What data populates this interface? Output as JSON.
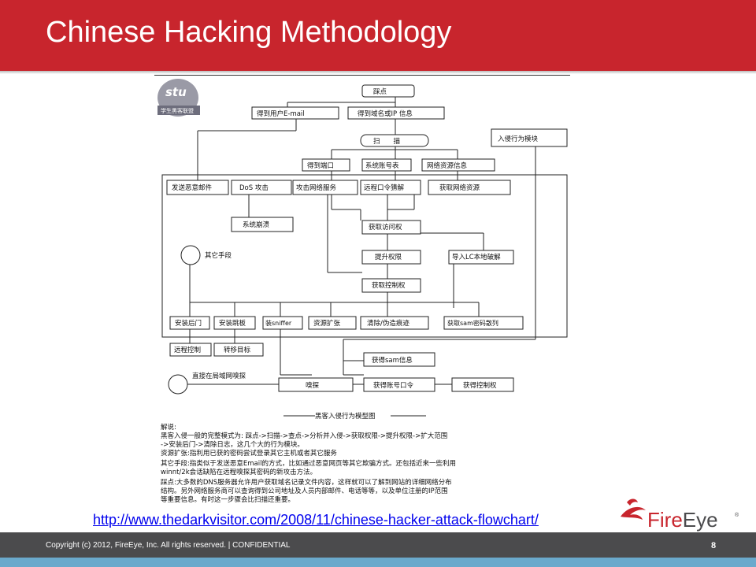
{
  "slide": {
    "title": "Chinese Hacking Methodology",
    "link": "http://www.thedarkvisitor.com/2008/11/chinese-hacker-attack-flowchart/",
    "copyright": "Copyright (c) 2012, FireEye, Inc. All rights reserved. | CONFIDENTIAL",
    "page_number": "8"
  },
  "brand": {
    "logo_fire": "Fire",
    "logo_eye": "Eye",
    "logo_tm": "®",
    "badge_text": "学生黑客联盟",
    "badge_initials": "stu"
  },
  "colors": {
    "header_red": "#c8252d",
    "footer_gray": "#4b4b4d",
    "footer_blue": "#6aa9cc",
    "link_blue": "#0000ee"
  },
  "flowchart": {
    "recon": "踩点",
    "get_email": "得到用户E-mail",
    "get_domain_ip": "得到域名或IP 信息",
    "intrusion_module": "入侵行为模块",
    "scan": "扫　　描",
    "get_ports": "得到端口",
    "system_accounts": "系统账号表",
    "network_resource_info": "网络资源信息",
    "send_malicious_email": "发送恶意邮件",
    "dos_attack": "DoS 攻击",
    "attack_network_service": "攻击网络服务",
    "remote_password_guess": "远程口令猜解",
    "get_network_resources": "获取网络资源",
    "system_crash": "系统崩溃",
    "other_methods": "其它手段",
    "get_access": "获取访问权",
    "escalate_privilege": "提升权限",
    "import_lc_crack": "导入LC本地破解",
    "get_control": "获取控制权",
    "install_backdoor": "安装后门",
    "install_pivot": "安装跳板",
    "install_sniffer": "装sniffer",
    "resource_expansion": "资源扩张",
    "clear_fake_traces": "清除/伪造痕迹",
    "get_sam_crack": "获取sam密码散列",
    "remote_control": "远程控制",
    "transfer_target": "转移目标",
    "get_sam_info": "获得sam信息",
    "lan_sniff": "直接在局域网嗅探",
    "sniff": "嗅探",
    "get_account_password": "获得账号口令",
    "get_control2": "获得控制权",
    "caption": "黑客入侵行为模型图"
  },
  "explanation": {
    "heading": "解说:",
    "lines": [
      "黑客入侵一般的完整模式为: 踩点->扫描->查点->分析并入侵->获取权限->提升权限->扩大范围",
      "->安装后门->清除日志，这几个大的行为模块。",
      "资源扩张:指利用已获的密码尝试登录其它主机或者其它服务",
      "其它手段:指类似于发送恶意Email的方式，比如通过恶意网页等其它欺骗方式。还包括近来一些利用",
      "winnt/2k会话缺陷在远程嗅探其密码的新攻击方法。",
      "踩点:大多数的DNS服务器允许用户获取域名记录文件内容，这样就可以了解到网站的详细网络分布",
      "结构。另外网络服务商可以查询得到公司地址及人员内部邮件、电话等等，以及单位注册的IP范围",
      "等重要信息。有时这一步骤会比扫描还重要。"
    ]
  }
}
